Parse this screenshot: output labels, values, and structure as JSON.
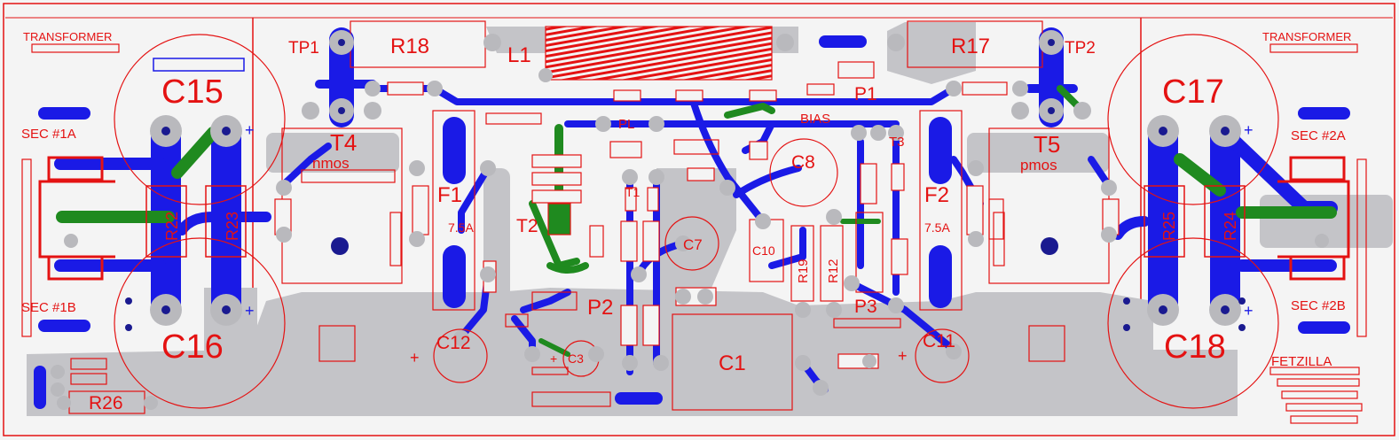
{
  "colors": {
    "board_bg": "#f4f4f4",
    "silkscreen": "#e41212",
    "bottom_copper": "#1a1ae6",
    "top_copper": "#1f8a1f",
    "ground_plane": "#c4c4c8",
    "pad": "#b9b9bd",
    "drill": "#1a1a90"
  },
  "labels": {
    "transformer_left": "TRANSFORMER",
    "transformer_right": "TRANSFORMER",
    "sec1a": "SEC #1A",
    "sec1b": "SEC #1B",
    "sec2a": "SEC #2A",
    "sec2b": "SEC #2B",
    "c15": "C15",
    "c16": "C16",
    "c17": "C17",
    "c18": "C18",
    "r18": "R18",
    "r17": "R17",
    "l1": "L1",
    "tp1": "TP1",
    "tp2": "TP2",
    "t4": "T4",
    "t4_type": "nmos",
    "t5": "T5",
    "t5_type": "pmos",
    "f1": "F1",
    "f1_rating": "7.5A",
    "f2": "F2",
    "f2_rating": "7.5A",
    "p1": "P1",
    "bias": "BIAS",
    "pl": "PL",
    "t1": "T1",
    "t2": "T2",
    "t3": "T3",
    "c8": "C8",
    "c7": "C7",
    "c10": "C10",
    "r19": "R19",
    "r12": "R12",
    "p2": "P2",
    "p3": "P3",
    "c12": "C12",
    "c11": "C11",
    "c3": "C3",
    "c1": "C1",
    "r26": "R26",
    "r22": "R22",
    "r23": "R23",
    "r25": "R25",
    "r24": "R24",
    "fetzilla": "FETZILLA",
    "plus": "+"
  }
}
